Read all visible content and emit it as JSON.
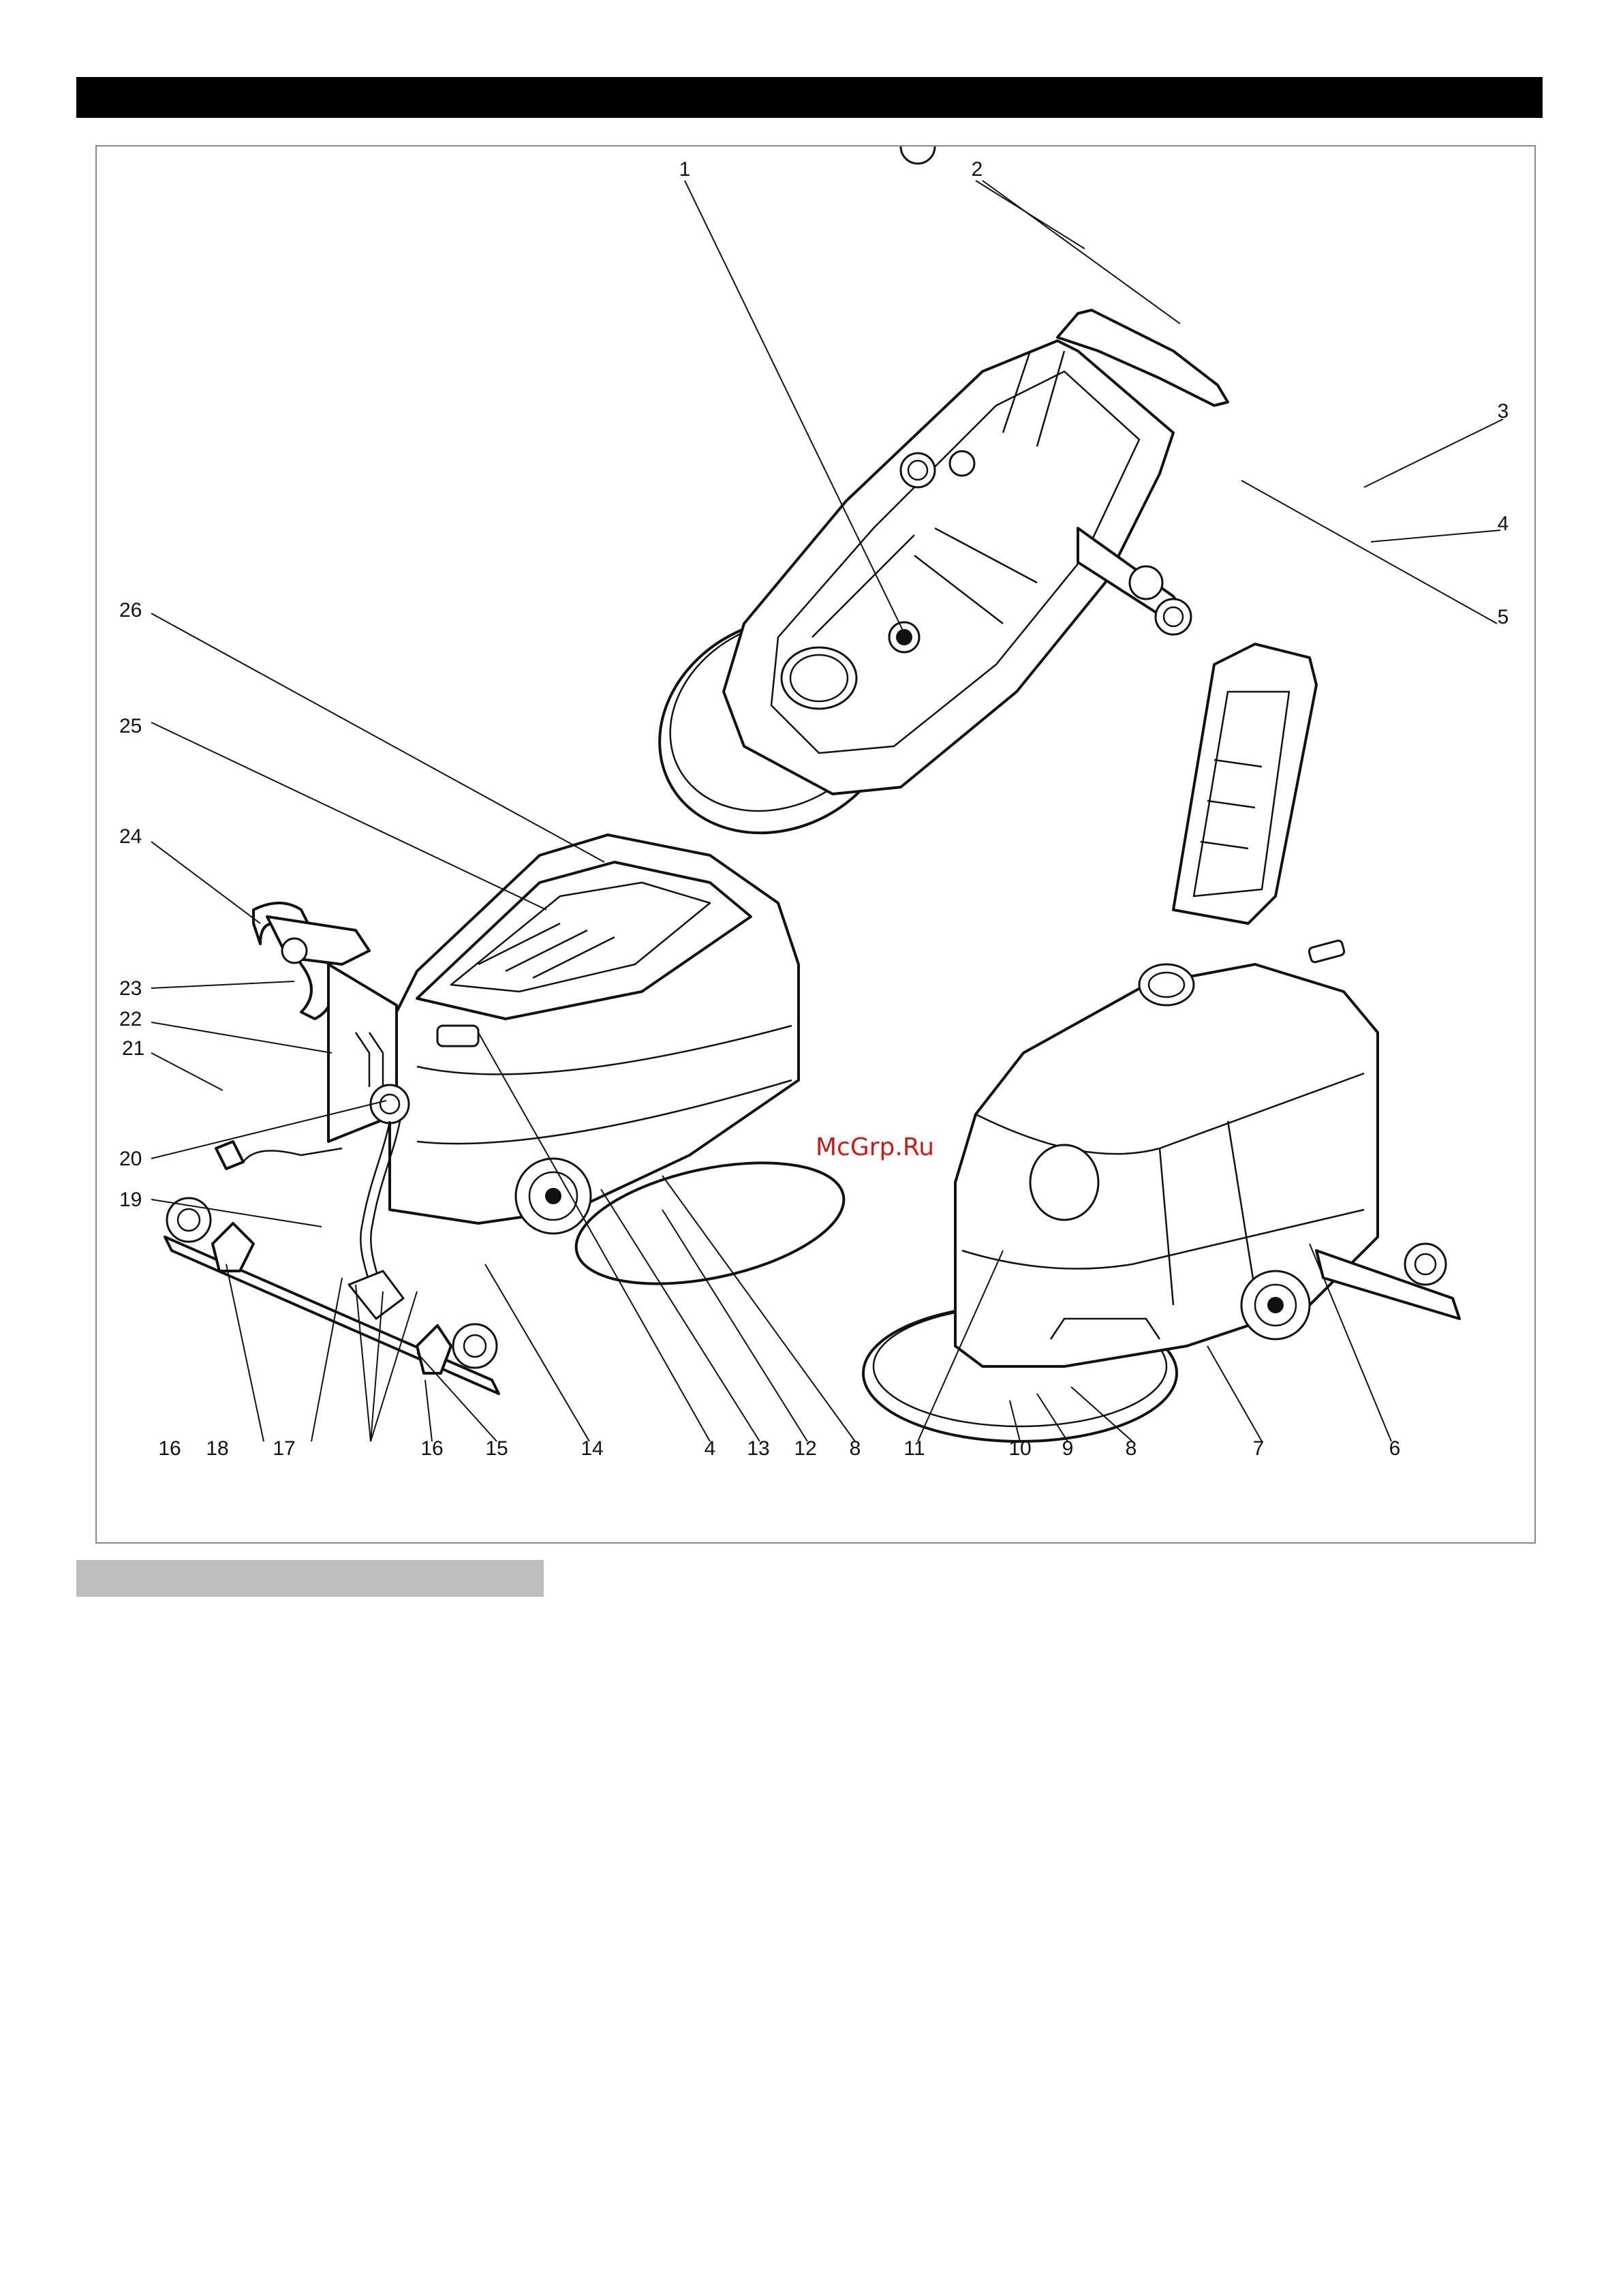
{
  "watermark": "McGrp.Ru",
  "callouts": [
    "1",
    "2",
    "3",
    "4",
    "5",
    "6",
    "7",
    "8",
    "9",
    "10",
    "11",
    "12",
    "13",
    "14",
    "15",
    "16",
    "17",
    "18",
    "19",
    "20",
    "21",
    "22",
    "23",
    "24",
    "25",
    "26"
  ],
  "colors": {
    "header_bar": "#000000",
    "section_bar": "#bdbdbd",
    "watermark": "#d01818",
    "frame": "#888888"
  }
}
